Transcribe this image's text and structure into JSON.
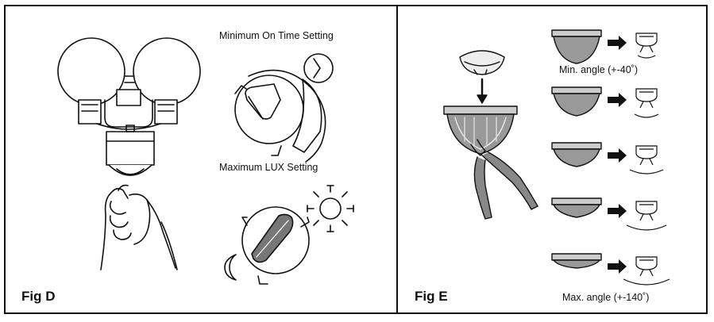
{
  "fig_d": {
    "label": "Fig D",
    "min_on_time_caption": "Minimum On Time Setting",
    "max_lux_caption": "Maximum LUX Setting"
  },
  "fig_e": {
    "label": "Fig E",
    "min_angle_caption": "Min. angle (+-40˚)",
    "max_angle_caption": "Max. angle (+-140˚)"
  }
}
